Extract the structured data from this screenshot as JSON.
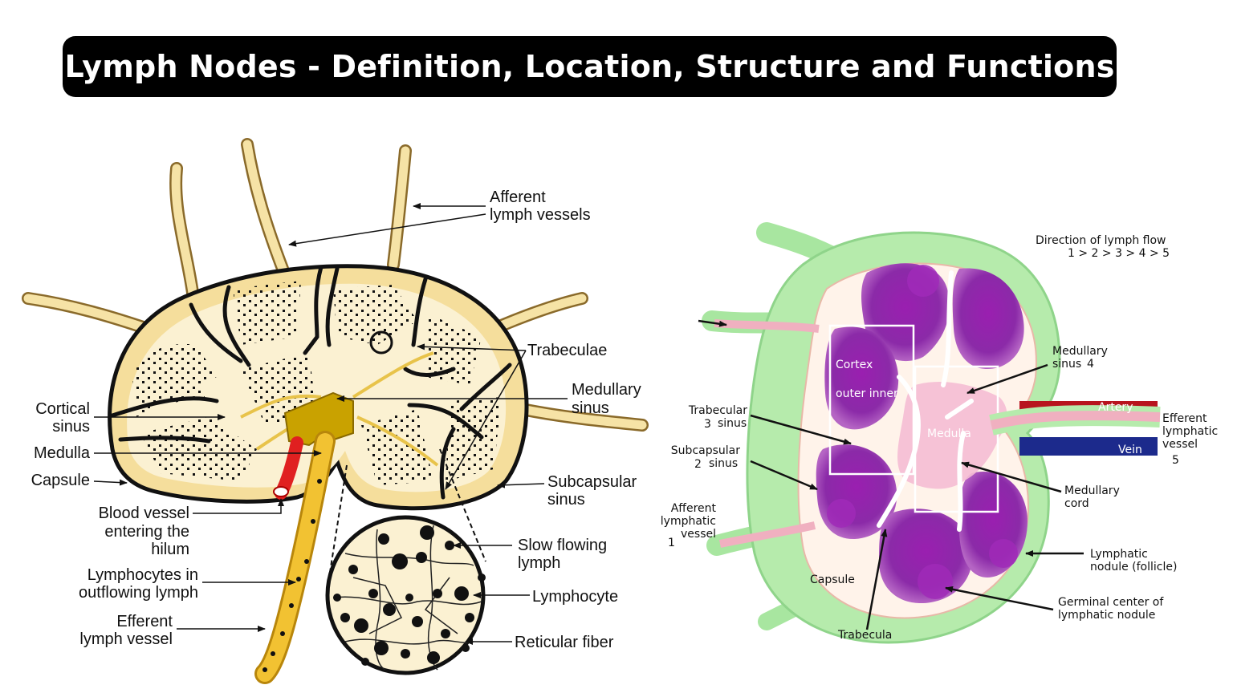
{
  "title": "Lymph Nodes - Definition, Location, Structure and Functions",
  "left_diagram": {
    "labels": {
      "afferent_1": "Afferent",
      "afferent_2": "lymph vessels",
      "trabeculae": "Trabeculae",
      "medullary_sinus_1": "Medullary",
      "medullary_sinus_2": "sinus",
      "cortical_sinus_1": "Cortical",
      "cortical_sinus_2": "sinus",
      "medulla": "Medulla",
      "capsule": "Capsule",
      "subcapsular_1": "Subcapsular",
      "subcapsular_2": "sinus",
      "blood_vessel_1": "Blood vessel",
      "blood_vessel_2": "entering the",
      "blood_vessel_3": "hilum",
      "lymphocytes_out_1": "Lymphocytes in",
      "lymphocytes_out_2": "outflowing lymph",
      "efferent_1": "Efferent",
      "efferent_2": "lymph vessel",
      "slow_lymph_1": "Slow flowing",
      "slow_lymph_2": "lymph",
      "lymphocyte": "Lymphocyte",
      "reticular_fiber": "Reticular fiber"
    }
  },
  "right_diagram": {
    "labels": {
      "direction_1": "Direction of lymph flow",
      "direction_2": "1 > 2 > 3 > 4 > 5",
      "cortex": "Cortex",
      "outer_inner": "outer  inner",
      "medulla": "Medulla",
      "medullary_sinus_1": "Medullary",
      "medullary_sinus_2": "sinus",
      "num_4": "4",
      "trabecular_sinus_1": "Trabecular",
      "num_3": "3",
      "trabecular_sinus_2": "sinus",
      "subcapsular_sinus_1": "Subcapsular",
      "num_2": "2",
      "subcapsular_sinus_2": "sinus",
      "afferent_1": "Afferent",
      "afferent_2": "lymphatic",
      "afferent_3": "vessel",
      "num_1": "1",
      "artery": "Artery",
      "vein": "Vein",
      "efferent_1": "Efferent",
      "efferent_2": "lymphatic",
      "efferent_3": "vessel",
      "num_5": "5",
      "medullary_cord_1": "Medullary",
      "medullary_cord_2": "cord",
      "lymphatic_nodule_1": "Lymphatic",
      "lymphatic_nodule_2": "nodule (follicle)",
      "germinal_1": "Germinal center of",
      "germinal_2": "lymphatic nodule",
      "capsule": "Capsule",
      "trabecula": "Trabecula"
    }
  }
}
